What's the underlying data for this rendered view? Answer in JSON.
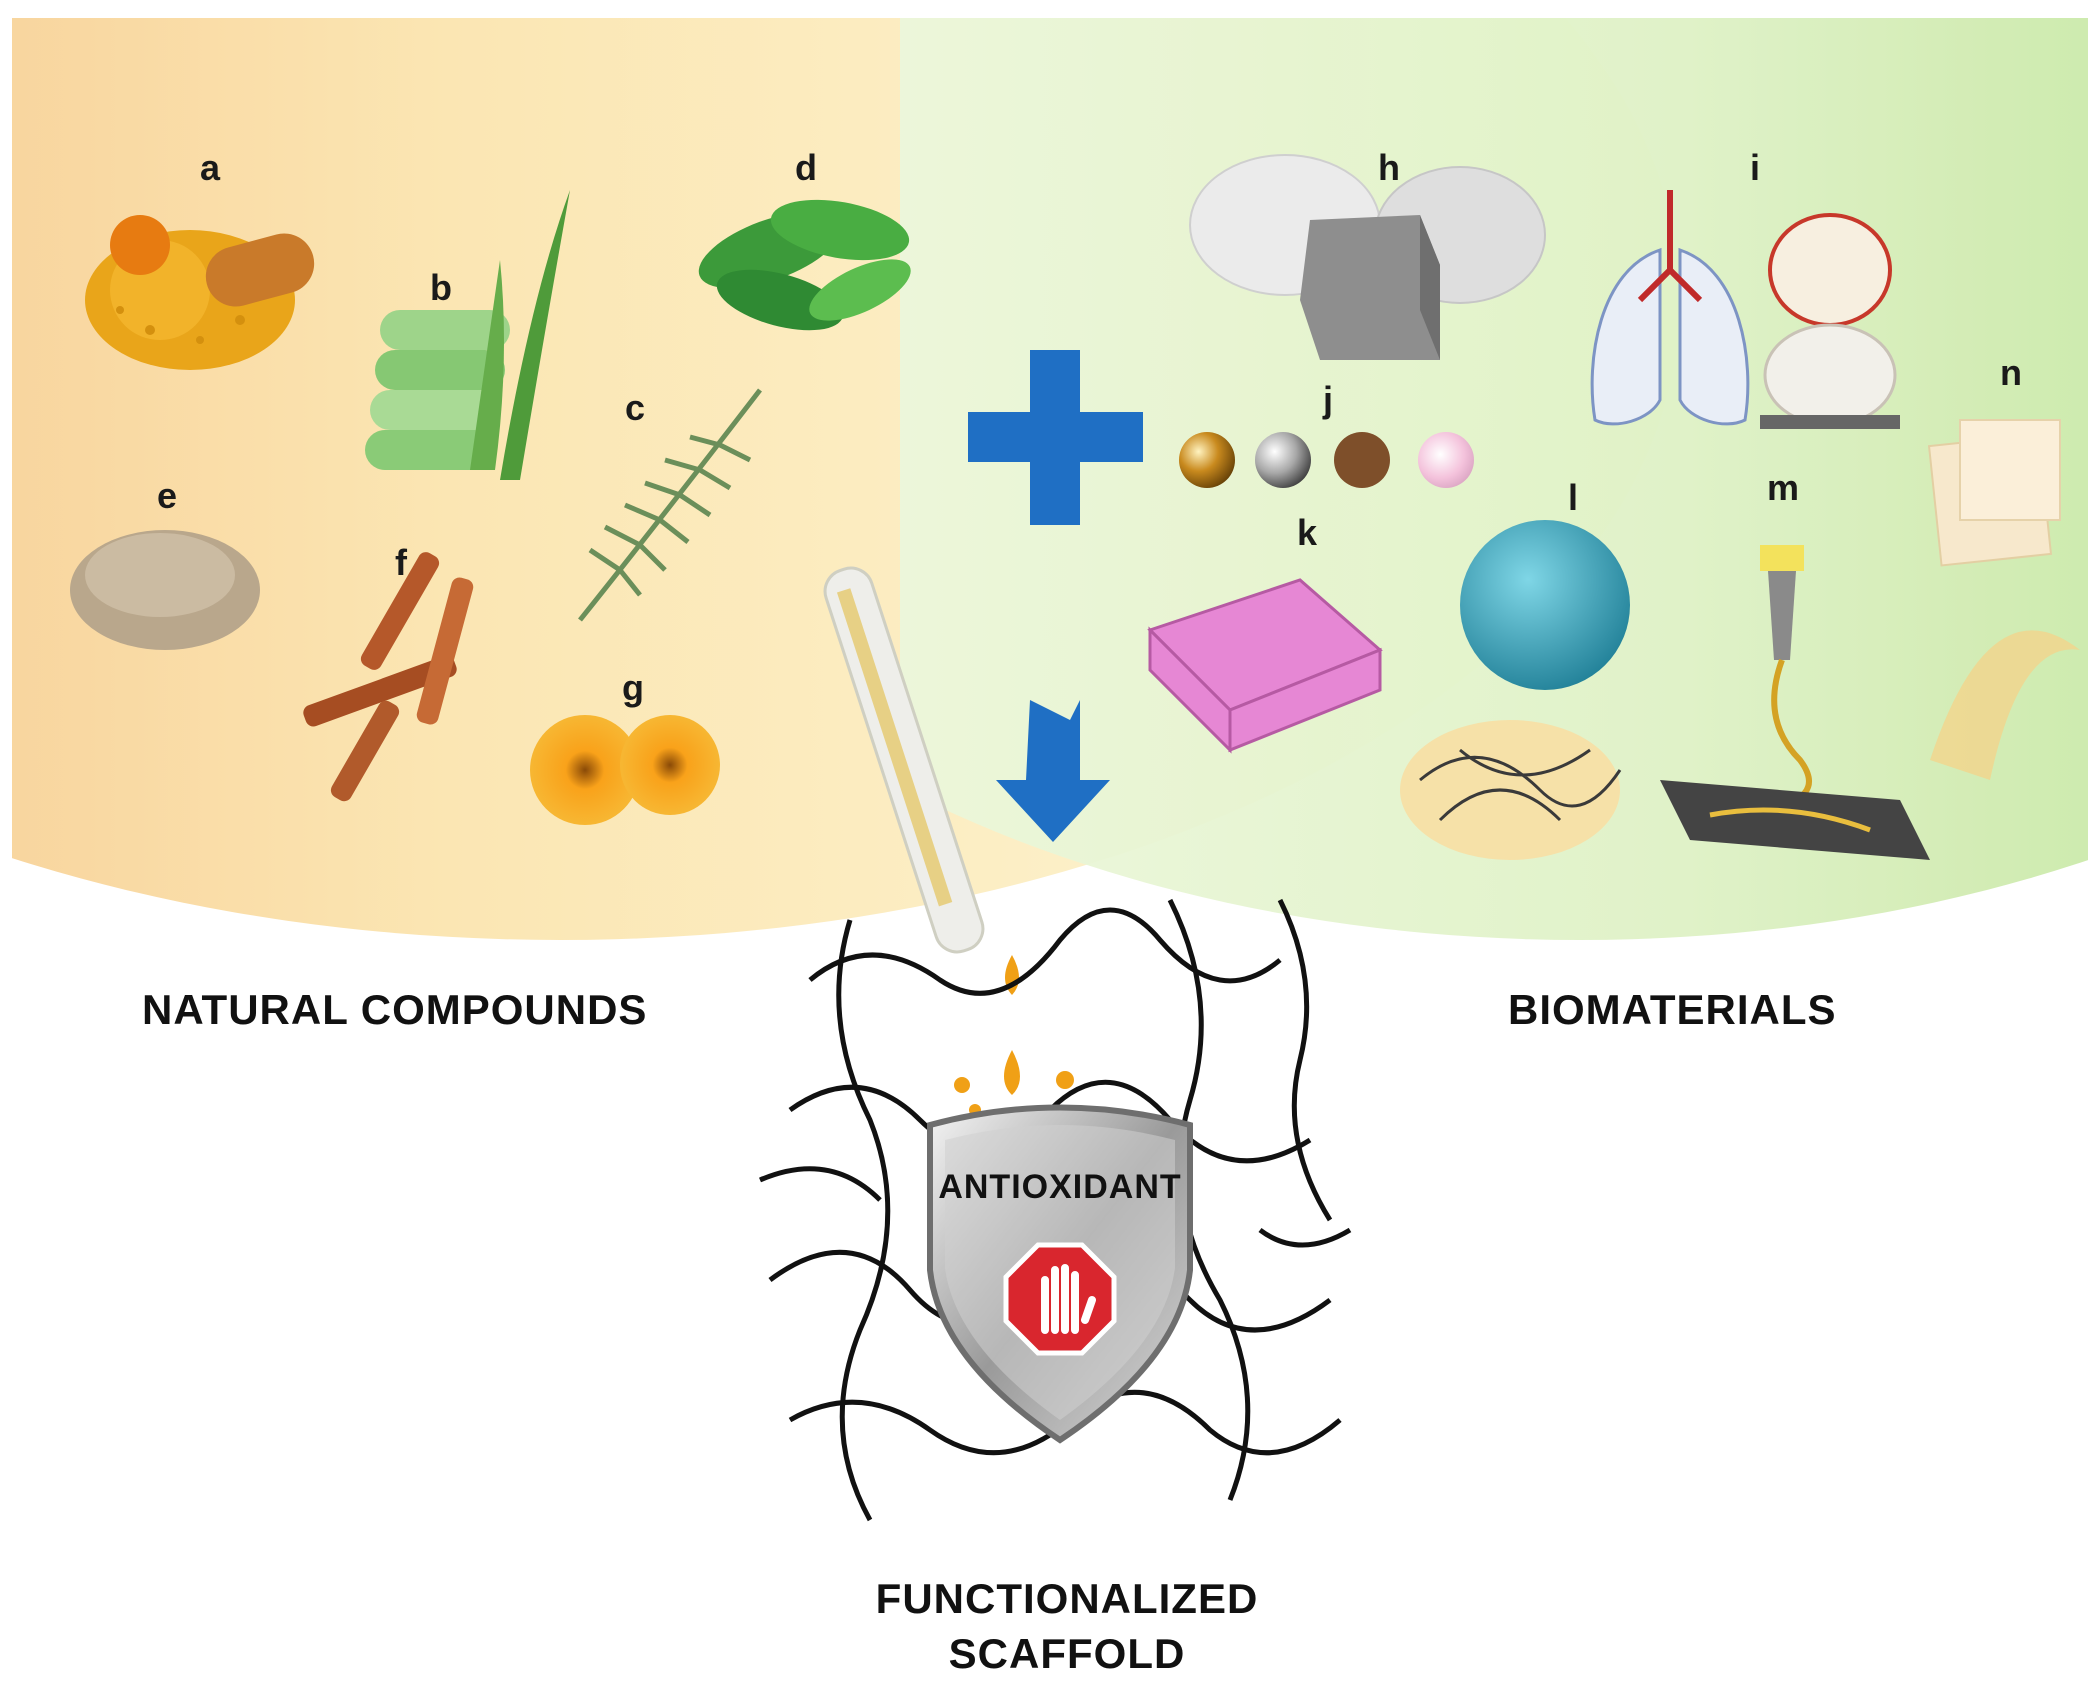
{
  "labels": {
    "a": "a",
    "b": "b",
    "c": "c",
    "d": "d",
    "e": "e",
    "f": "f",
    "g": "g",
    "h": "h",
    "i": "i",
    "j": "j",
    "k": "k",
    "l": "l",
    "m": "m",
    "n": "n"
  },
  "left_group_title": "NATURAL COMPOUNDS",
  "right_group_title": "BIOMATERIALS",
  "result_title_line1": "FUNCTIONALIZED",
  "result_title_line2": "SCAFFOLD",
  "shield_text": "ANTIOXIDANT",
  "colors": {
    "natural_bg_left": "#f6c58a",
    "natural_bg_right": "#fdf7d6",
    "biomaterial_bg_left": "#eaf7d8",
    "biomaterial_bg_right": "#b9e38e",
    "plus_sign": "#1f6fc4",
    "arrow": "#1f6fc4",
    "stop_sign": "#d9262e"
  }
}
